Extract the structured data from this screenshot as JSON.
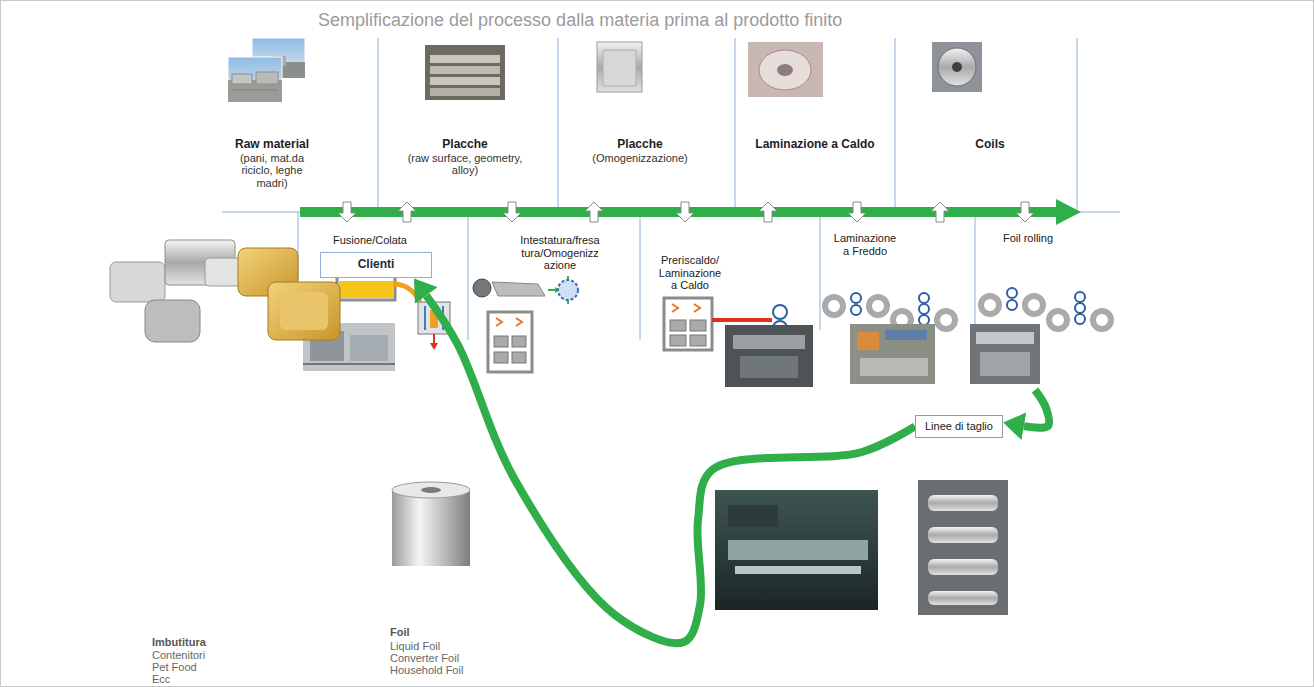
{
  "diagram": {
    "title": "Semplificazione del processo dalla materia prima al prodotto finito",
    "nodes": [
      {
        "text": [
          "Raw material",
          "(pani, mat.da riciclo, leghe madri)"
        ]
      },
      {
        "text": [
          "Placche",
          "(raw surface, geometry, alloy)"
        ]
      },
      {
        "text": [
          "Placche",
          "(Omogenizzazione)"
        ]
      },
      {
        "text": [
          "Laminazione a Caldo"
        ]
      },
      {
        "text": [
          "Coils"
        ]
      },
      {
        "text": [
          "Fusione/Colata"
        ]
      },
      {
        "text": [
          "Intestatura/fresa tura/Omogenizz azione"
        ]
      },
      {
        "text": [
          "Preriscaldo/ Laminazione a Caldo"
        ]
      },
      {
        "text": [
          "Laminazione a Freddo"
        ]
      },
      {
        "text": [
          "Foil rolling"
        ]
      },
      {
        "text": [
          "Linee di taglio"
        ]
      },
      {
        "text": [
          "Clienti"
        ]
      }
    ],
    "edges": [
      {
        "from": 0,
        "to": 5,
        "arrow": "to"
      },
      {
        "from": 5,
        "to": 1,
        "arrow": "to"
      },
      {
        "from": 1,
        "to": 6,
        "arrow": "to"
      },
      {
        "from": 6,
        "to": 2,
        "arrow": "to"
      },
      {
        "from": 2,
        "to": 7,
        "arrow": "to"
      },
      {
        "from": 7,
        "to": 3,
        "arrow": "to"
      },
      {
        "from": 3,
        "to": 8,
        "arrow": "to"
      },
      {
        "from": 8,
        "to": 4,
        "arrow": "to"
      },
      {
        "from": 4,
        "to": 9,
        "arrow": "to"
      },
      {
        "from": 9,
        "to": 10,
        "arrow": "to"
      },
      {
        "from": 10,
        "to": 11,
        "arrow": "to"
      }
    ],
    "labels": [
      "Imbutitura",
      "Contenitori",
      "Pet Food",
      "Ecc",
      "Foil",
      "Liquid Foil",
      "Converter Foil",
      "Household Foil"
    ]
  }
}
